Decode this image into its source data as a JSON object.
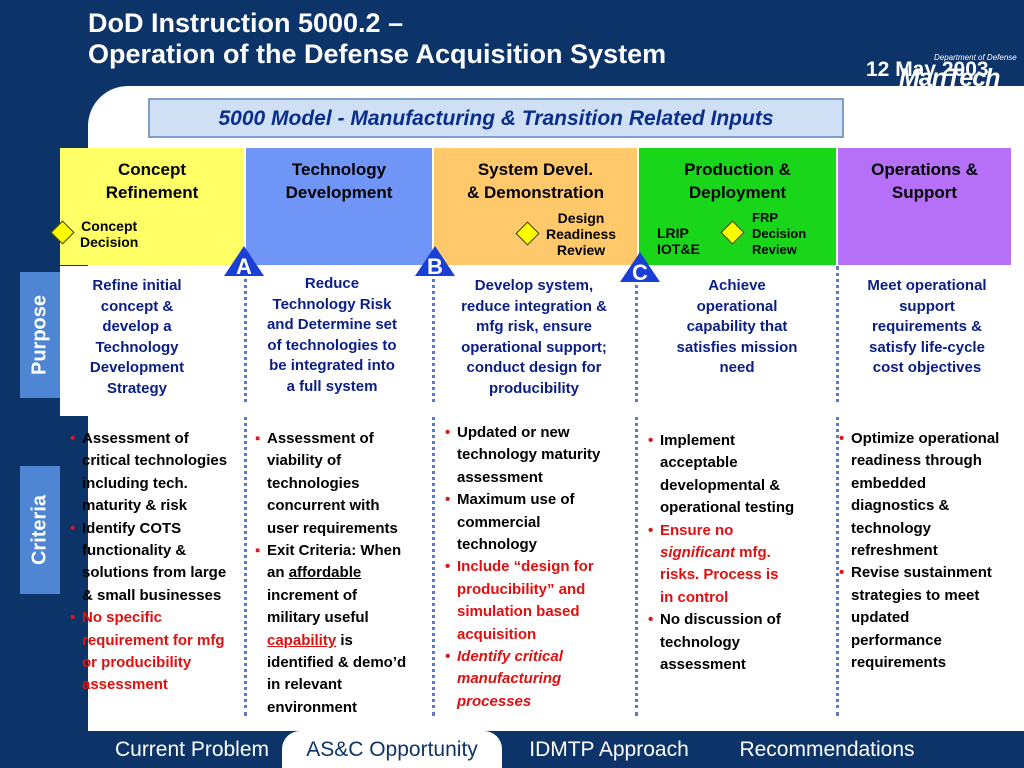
{
  "header": {
    "title_line1": "DoD Instruction 5000.2 –",
    "title_line2": "Operation of the Defense Acquisition System",
    "date": "12 May 2003",
    "logo_top": "Department of Defense",
    "logo_text": "ManTech"
  },
  "banner": "5000 Model - Manufacturing & Transition Related Inputs",
  "phases": [
    {
      "line1": "Concept",
      "line2": "Refinement"
    },
    {
      "line1": "Technology",
      "line2": "Development"
    },
    {
      "line1": "System Devel.",
      "line2": "& Demonstration"
    },
    {
      "line1": "Production &",
      "line2": "Deployment"
    },
    {
      "line1": "Operations &",
      "line2": "Support"
    }
  ],
  "decision_points": {
    "concept_decision": {
      "line1": "Concept",
      "line2": "Decision"
    },
    "design_readiness": {
      "line1": "Design",
      "line2": "Readiness",
      "line3": "Review"
    },
    "lrip": {
      "line1": "LRIP",
      "line2": "IOT&E"
    },
    "frp": {
      "line1": "FRP",
      "line2": "Decision",
      "line3": "Review"
    }
  },
  "milestones": [
    "A",
    "B",
    "C"
  ],
  "side_labels": {
    "purpose": "Purpose",
    "criteria": "Criteria"
  },
  "purpose": [
    {
      "lines": [
        "Refine initial",
        "concept &",
        "develop a",
        "Technology",
        "Development",
        "Strategy"
      ]
    },
    {
      "lines": [
        "Reduce",
        "Technology Risk",
        "and Determine set",
        "of technologies to",
        "be integrated into",
        "a full system"
      ]
    },
    {
      "lines": [
        "Develop system,",
        "reduce integration &",
        "mfg risk, ensure",
        "operational support;",
        "conduct design for",
        "producibility"
      ]
    },
    {
      "lines": [
        "Achieve",
        "operational",
        "capability that",
        "satisfies mission",
        "need"
      ]
    },
    {
      "lines": [
        "Meet operational",
        "support",
        "requirements &",
        "satisfy life-cycle",
        "cost objectives"
      ]
    }
  ],
  "criteria": {
    "col1": {
      "b1_l1": "Assessment of",
      "b1_l2": "critical technologies",
      "b1_l3": "including tech.",
      "b1_l4": "maturity &  risk",
      "b2_l1": "Identify COTS",
      "b2_l2": "functionality &",
      "b2_l3": "solutions from large",
      "b2_l4": "& small businesses",
      "b3_l1": "No specific",
      "b3_l2": "requirement for mfg",
      "b3_l3": "or producibility",
      "b3_l4": "assessment"
    },
    "col2": {
      "b1_l1": "Assessment of",
      "b1_l2": "viability of",
      "b1_l3": "technologies",
      "b1_l4": "concurrent  with",
      "b1_l5": "user requirements",
      "b2_l1": "Exit Criteria:  When",
      "b2_l2a": "an ",
      "b2_l2b": "affordable",
      "b2_l3": "increment of",
      "b2_l4": "military useful",
      "b2_l5a": "capability",
      "b2_l5b": " is",
      "b2_l6": "identified & demo’d",
      "b2_l7": "in relevant",
      "b2_l8": "environment"
    },
    "col3": {
      "b1_l1": "Updated or new",
      "b1_l2": "technology maturity",
      "b1_l3": "assessment",
      "b2_l1": "Maximum use of",
      "b2_l2": "commercial",
      "b2_l3": "technology",
      "b3_l1": "Include “design for",
      "b3_l2": "producibility” and",
      "b3_l3": "simulation based",
      "b3_l4": "acquisition",
      "b4_l1": "Identify critical",
      "b4_l2": "manufacturing",
      "b4_l3": "processes"
    },
    "col4": {
      "b1_l1": "Implement",
      "b1_l2": "acceptable",
      "b1_l3": "developmental &",
      "b1_l4": "operational testing",
      "b2_l1": "Ensure no",
      "b2_l2a": "significant",
      "b2_l2b": " mfg.",
      "b2_l3": "risks. Process is",
      "b2_l4": "in control",
      "b3_l1": "No discussion of",
      "b3_l2": "technology",
      "b3_l3": "assessment"
    },
    "col5": {
      "b1_l1": "Optimize operational",
      "b1_l2": "readiness through",
      "b1_l3": "embedded",
      "b1_l4": "diagnostics &",
      "b1_l5": "technology",
      "b1_l6": "refreshment",
      "b2_l1": "Revise sustainment",
      "b2_l2": "strategies to meet",
      "b2_l3": "updated",
      "b2_l4": "performance",
      "b2_l5": "requirements"
    }
  },
  "nav_tabs": [
    "Current Problem",
    "AS&C Opportunity",
    "IDMTP Approach",
    "Recommendations"
  ],
  "colors": {
    "background": "#0c3468",
    "concept": "#ffff66",
    "technology": "#6f95f7",
    "sdd": "#ffc96b",
    "production": "#19d61b",
    "operations": "#b66ff7",
    "milestone": "#1a3fd6",
    "purpose_text": "#0a1e88",
    "emphasis_red": "#e01010"
  }
}
